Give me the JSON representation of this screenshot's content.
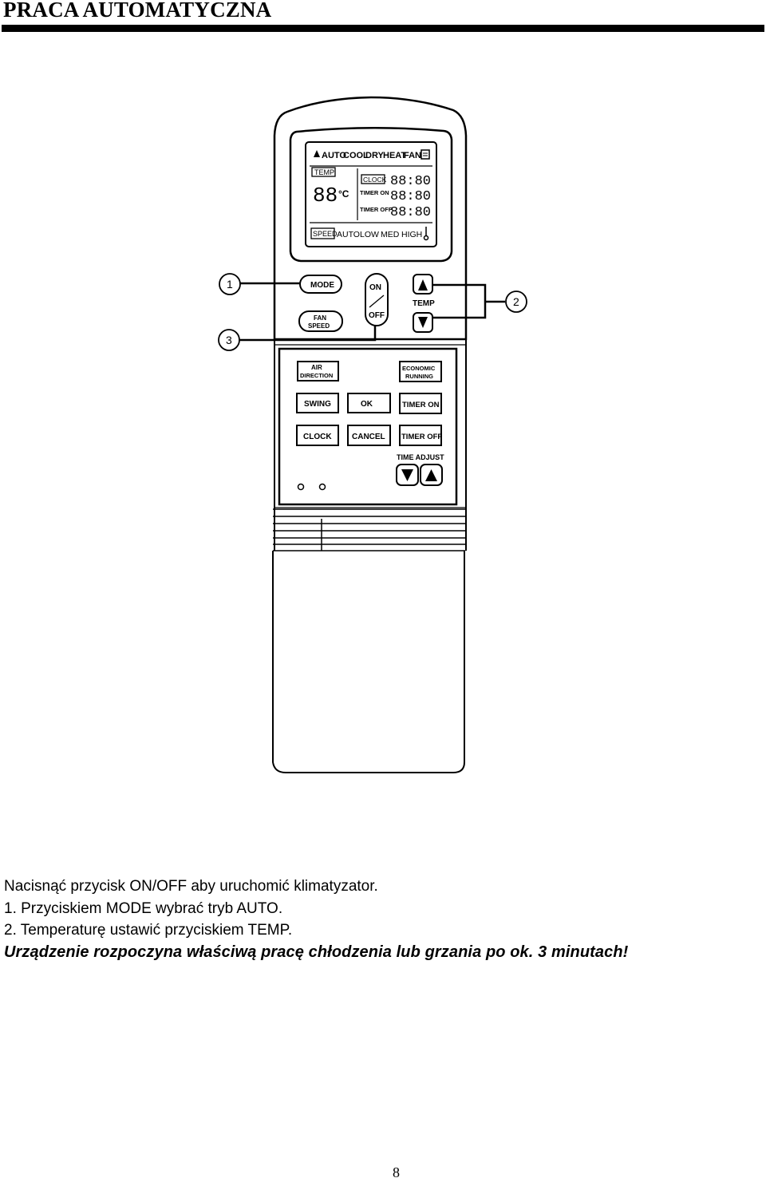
{
  "page": {
    "title": "PRACA AUTOMATYCZNA",
    "page_number": "8"
  },
  "remote": {
    "display": {
      "mode_icon": "fan-mode-arrow-icon",
      "modes": [
        "AUTO",
        "COOL",
        "DRY",
        "HEAT",
        "FAN"
      ],
      "temp_label": "TEMP",
      "temp_digits": "88",
      "temp_unit": "°C",
      "clock_label": "CLOCK",
      "clock_digits": "88:80",
      "timer_on_label": "TIMER ON",
      "timer_on_digits": "88:80",
      "timer_off_label": "TIMER OFF",
      "timer_off_digits": "88:80",
      "speed_label": "SPEED",
      "speeds": [
        "AUTO",
        "LOW",
        "MED",
        "HIGH"
      ]
    },
    "buttons": {
      "mode": "MODE",
      "fan_speed_line1": "FAN",
      "fan_speed_line2": "SPEED",
      "on": "ON",
      "off": "OFF",
      "temp": "TEMP",
      "air_direction_line1": "AIR",
      "air_direction_line2": "DIRECTION",
      "economic_running_line1": "ECONOMIC",
      "economic_running_line2": "RUNNING",
      "swing": "SWING",
      "ok": "OK",
      "timer_on": "TIMER ON",
      "clock": "CLOCK",
      "cancel": "CANCEL",
      "timer_off": "TIMER OFF",
      "time_adjust": "TIME ADJUST"
    },
    "callouts": [
      "1",
      "2",
      "3"
    ]
  },
  "instructions": {
    "line1": "Nacisnąć przycisk ON/OFF aby uruchomić klimatyzator.",
    "line2": "1. Przyciskiem MODE wybrać tryb AUTO.",
    "line3": "2. Temperaturę ustawić przyciskiem TEMP.",
    "note": "Urządzenie rozpoczyna właściwą pracę chłodzenia lub grzania po ok. 3 minutach!"
  }
}
